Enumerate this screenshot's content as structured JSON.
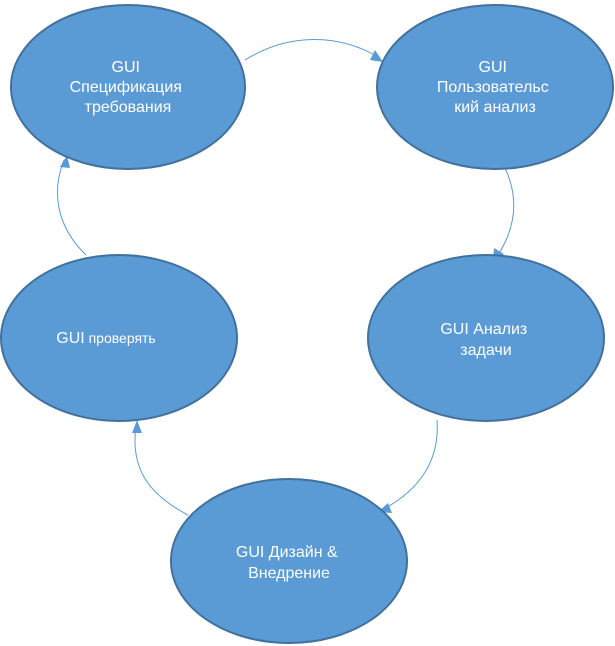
{
  "diagram": {
    "colors": {
      "node_fill": "#5b9bd5",
      "node_stroke": "#41719c",
      "edge": "#5b9bd5",
      "text": "#ffffff"
    },
    "nodes": {
      "spec": {
        "lines": [
          "GUI",
          "Спецификация",
          "требования"
        ]
      },
      "user_analysis": {
        "lines": [
          "GUI",
          "Пользовательс",
          "кий анализ"
        ]
      },
      "task_analysis": {
        "lines": [
          "GUI Анализ",
          "задачи"
        ]
      },
      "design": {
        "lines": [
          "GUI Дизайн &",
          "Внедрение"
        ]
      },
      "verify": {
        "gui": "GUI",
        "rest": " проверять"
      }
    }
  }
}
